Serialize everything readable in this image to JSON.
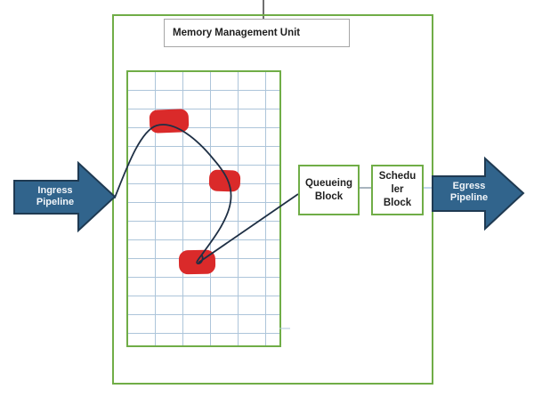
{
  "diagram_title": "Memory Management Unit",
  "blocks": {
    "mmu": {
      "label": "Memory Management Unit"
    },
    "queueing": {
      "line1": "Queueing",
      "line2": "Block"
    },
    "scheduler": {
      "line1": "Schedu",
      "line2": "ler",
      "line3": "Block"
    }
  },
  "arrows": {
    "ingress": {
      "line1": "Ingress",
      "line2": "Pipeline"
    },
    "egress": {
      "line1": "Egress",
      "line2": "Pipeline"
    }
  },
  "memory_grid": {
    "columns": 6,
    "rows": 15,
    "marked_cells": 3
  },
  "colors": {
    "container_border_green": "#70ad47",
    "grid_line_blue": "#adc5da",
    "marked_cell_red": "#da2a2a",
    "flow_line_navy": "#1e2f44",
    "pipeline_arrow_fill": "#31648c",
    "pipeline_arrow_border": "#1f3a52",
    "mmu_box_border_gray": "#a6a6a6",
    "connector_gray": "#8a9aa8",
    "connector_light_blue": "#aac9e4"
  }
}
